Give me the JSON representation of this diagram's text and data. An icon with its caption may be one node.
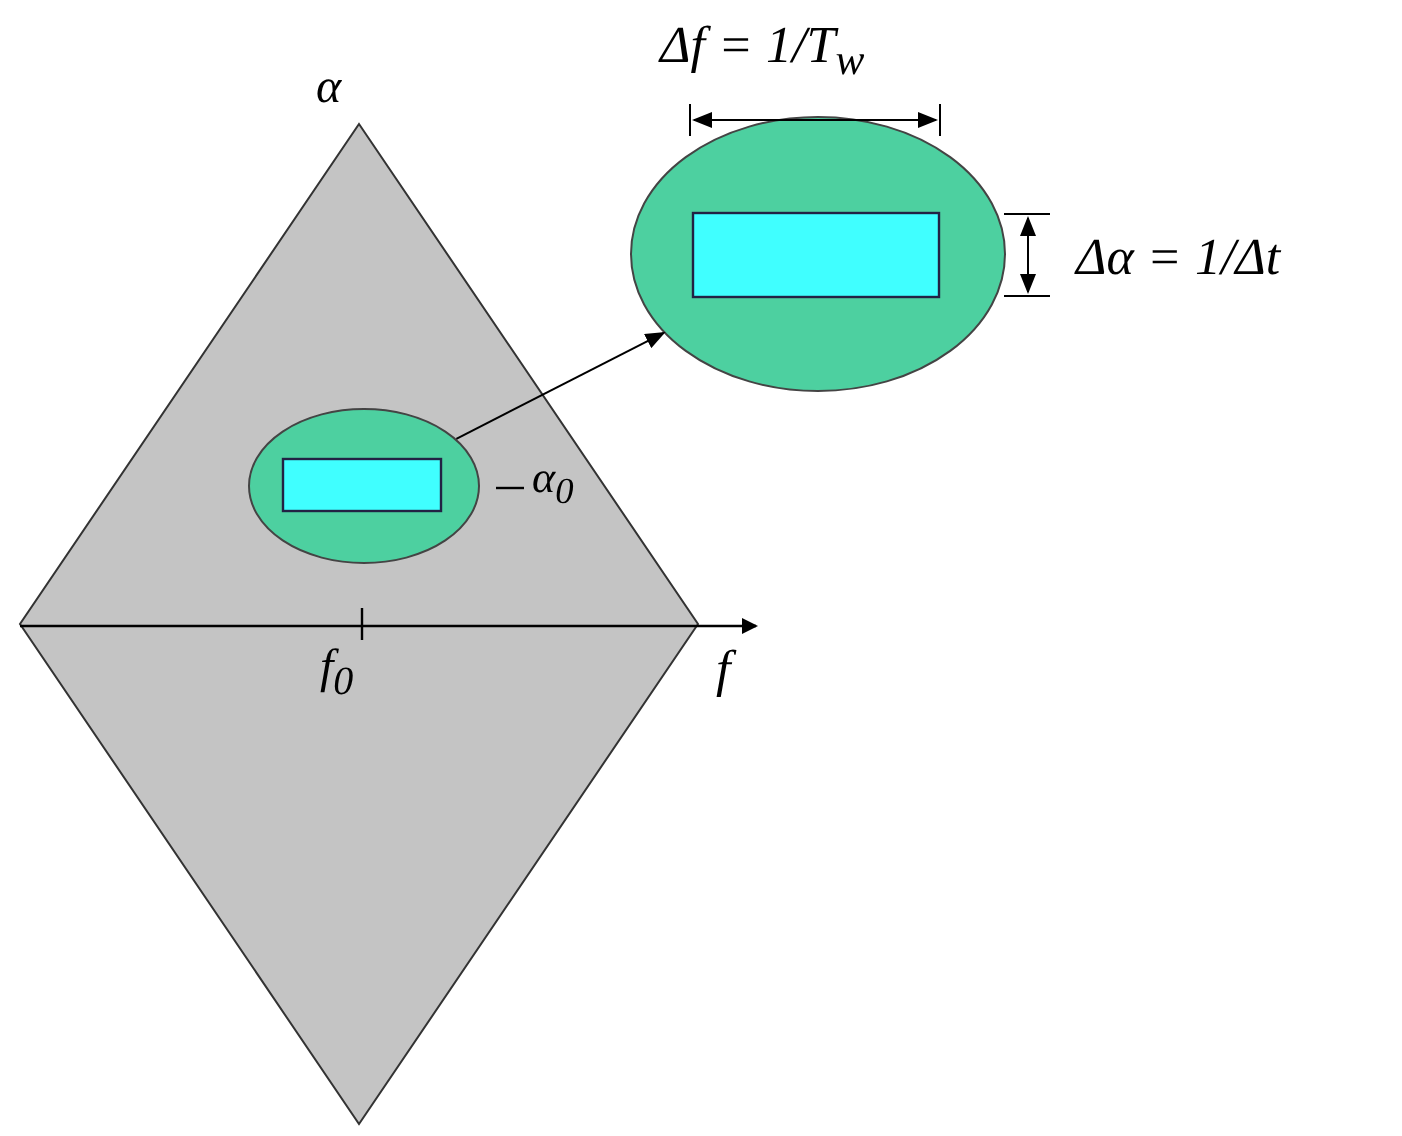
{
  "diagram": {
    "nodes": [
      {
        "text": [],
        "shape": "diamond"
      },
      {
        "text": [],
        "shape": "circle",
        "in": 0
      },
      {
        "text": [],
        "shape": "box",
        "in": 1
      },
      {
        "text": [],
        "shape": "circle"
      },
      {
        "text": [],
        "shape": "box",
        "in": 3
      }
    ],
    "edges": [
      {
        "from": 1,
        "to": 3,
        "arrow": "to"
      }
    ],
    "labels": [
      "α",
      "Δf = 1/T$_{w}$",
      "Δα = 1/Δt",
      "α$_{0}$",
      "f",
      "f$_{0}$"
    ]
  }
}
